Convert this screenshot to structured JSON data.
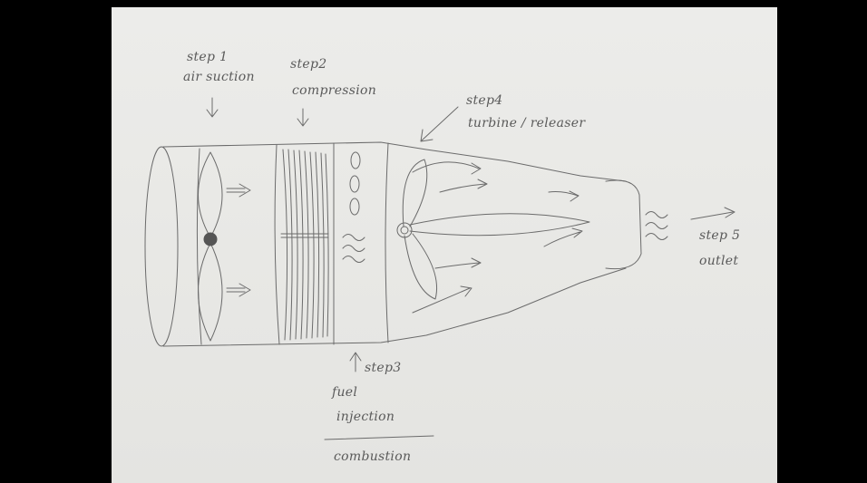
{
  "annotations": {
    "step1": {
      "title": "step 1",
      "subtitle": "air suction"
    },
    "step2": {
      "title": "step2",
      "subtitle": "compression"
    },
    "step3": {
      "title": "step3",
      "line1": "fuel",
      "line2": "injection",
      "line3": "combustion"
    },
    "step4": {
      "title": "step4",
      "subtitle": "turbine / releaser"
    },
    "step5": {
      "title": "step 5",
      "subtitle": "outlet"
    }
  },
  "colors": {
    "paper": "#e9e9e6",
    "ink": "#6b6b6b",
    "letterbox": "#000000"
  }
}
